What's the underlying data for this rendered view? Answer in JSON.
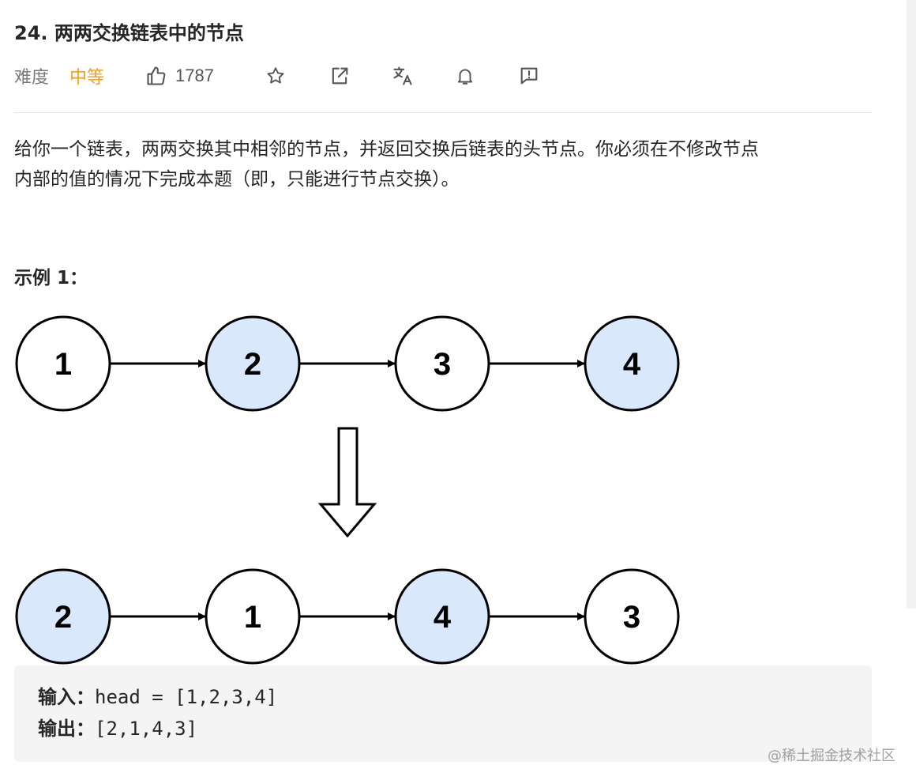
{
  "problem": {
    "title": "24. 两两交换链表中的节点",
    "difficulty_label": "难度",
    "difficulty_value": "中等",
    "likes": "1787",
    "icons": [
      "thumbs-up-icon",
      "star-icon",
      "share-icon",
      "translate-icon",
      "bell-icon",
      "feedback-icon"
    ]
  },
  "description": {
    "line1": "给你一个链表，两两交换其中相邻的节点，并返回交换后链表的头节点。你必须在不修改节点",
    "line2": "内部的值的情况下完成本题（即，只能进行节点交换）。"
  },
  "example": {
    "title": "示例 1：",
    "before_nodes": [
      "1",
      "2",
      "3",
      "4"
    ],
    "after_nodes": [
      "2",
      "1",
      "4",
      "3"
    ],
    "input_label": "输入：",
    "input_value": "head = [1,2,3,4]",
    "output_label": "输出：",
    "output_value": "[2,1,4,3]"
  },
  "colors": {
    "highlight_node": "#dae8fc",
    "plain_node": "#ffffff",
    "difficulty": "#f0a020"
  },
  "watermark": "@稀土掘金技术社区"
}
